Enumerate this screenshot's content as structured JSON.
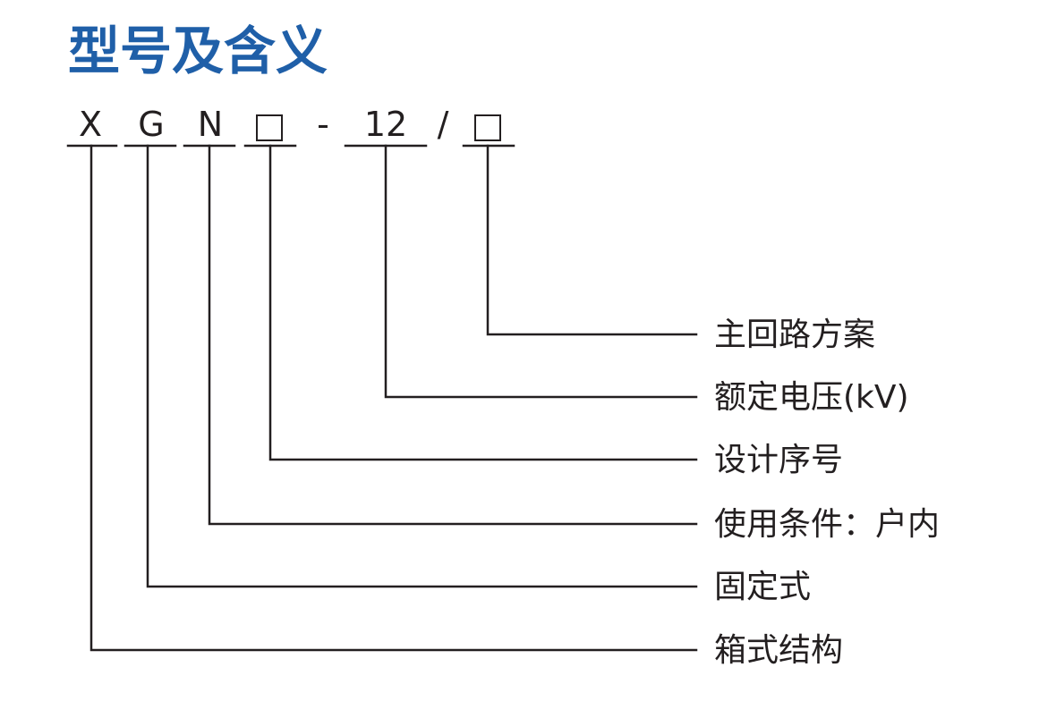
{
  "title": "型号及含义",
  "model_code": {
    "segments": [
      {
        "text": "X",
        "kind": "letter"
      },
      {
        "text": "G",
        "kind": "letter"
      },
      {
        "text": "N",
        "kind": "letter"
      },
      {
        "text": "□",
        "kind": "box"
      },
      {
        "text": "-",
        "kind": "separator"
      },
      {
        "text": "12",
        "kind": "number"
      },
      {
        "text": "/",
        "kind": "separator"
      },
      {
        "text": "□",
        "kind": "box"
      }
    ]
  },
  "meanings": [
    {
      "segment": "□ (last)",
      "label": "主回路方案"
    },
    {
      "segment": "12",
      "label": "额定电压(kV)"
    },
    {
      "segment": "□",
      "label": "设计序号"
    },
    {
      "segment": "N",
      "label": "使用条件：户内"
    },
    {
      "segment": "G",
      "label": "固定式"
    },
    {
      "segment": "X",
      "label": "箱式结构"
    }
  ],
  "colors": {
    "title": "#1f5fa8",
    "text": "#231f20",
    "lines": "#231f20"
  }
}
